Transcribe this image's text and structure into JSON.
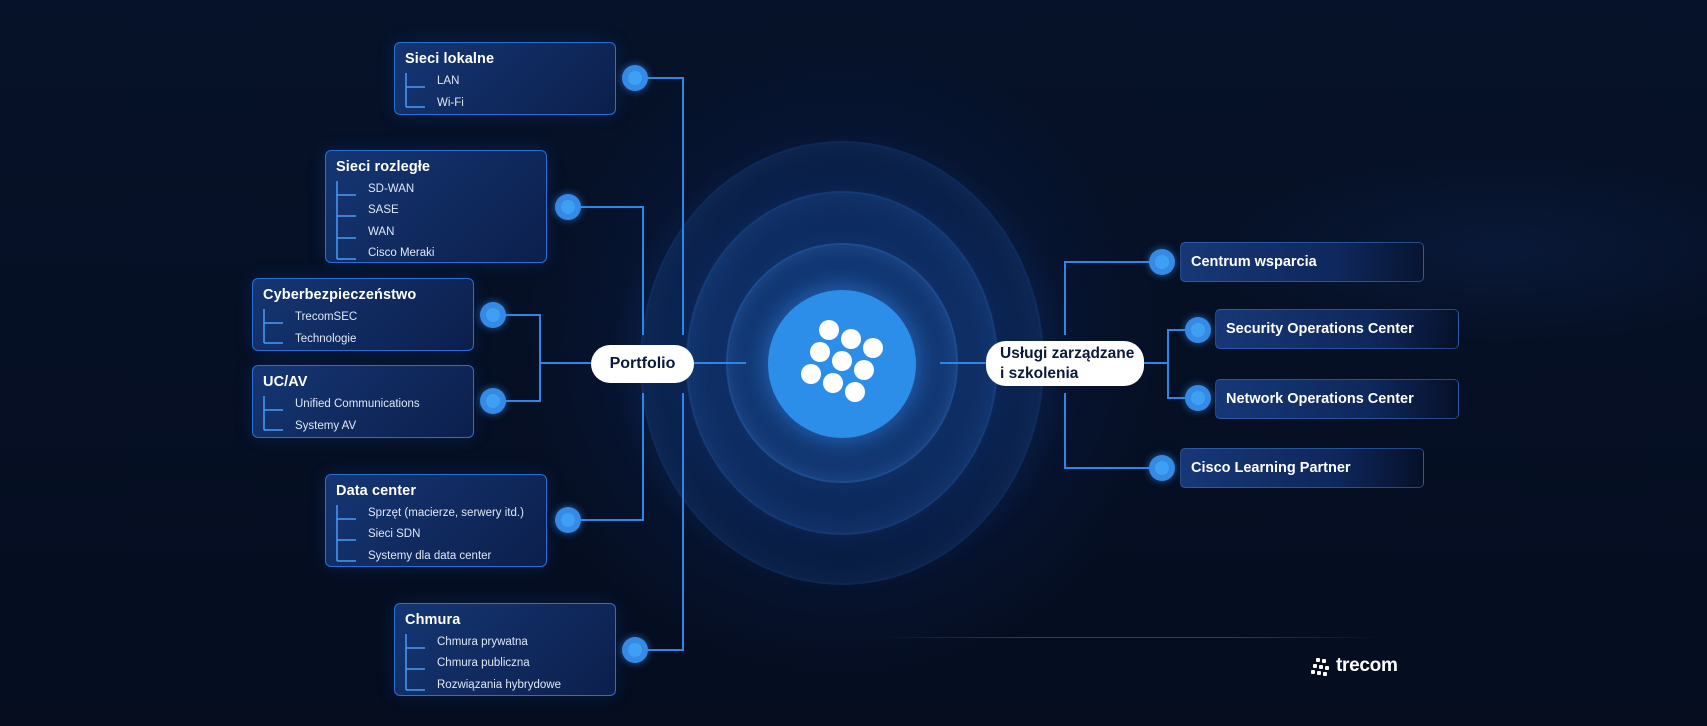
{
  "portfolio": {
    "label": "Portfolio",
    "categories": [
      {
        "title": "Sieci lokalne",
        "items": [
          "LAN",
          "Wi-Fi"
        ]
      },
      {
        "title": "Sieci rozległe",
        "items": [
          "SD-WAN",
          "SASE",
          "WAN",
          "Cisco Meraki"
        ]
      },
      {
        "title": "Cyberbezpieczeństwo",
        "items": [
          "TrecomSEC",
          "Technologie"
        ]
      },
      {
        "title": "UC/AV",
        "items": [
          "Unified Communications",
          "Systemy AV"
        ]
      },
      {
        "title": "Data center",
        "items": [
          "Sprzęt (macierze,  serwery itd.)",
          "Sieci SDN",
          "Systemy dla data center"
        ]
      },
      {
        "title": "Chmura",
        "items": [
          "Chmura prywatna",
          "Chmura publiczna",
          "Rozwiązania hybrydowe"
        ]
      }
    ]
  },
  "services": {
    "label_line1": "Usługi zarządzane",
    "label_line2": "i szkolenia",
    "items": [
      "Centrum wsparcia",
      "Security Operations Center",
      "Network Operations Center",
      "Cisco Learning Partner"
    ]
  },
  "brand": {
    "name": "trecom",
    "accent": "#2d8eea",
    "line": "#2e86e6",
    "background": "#050d1f"
  }
}
